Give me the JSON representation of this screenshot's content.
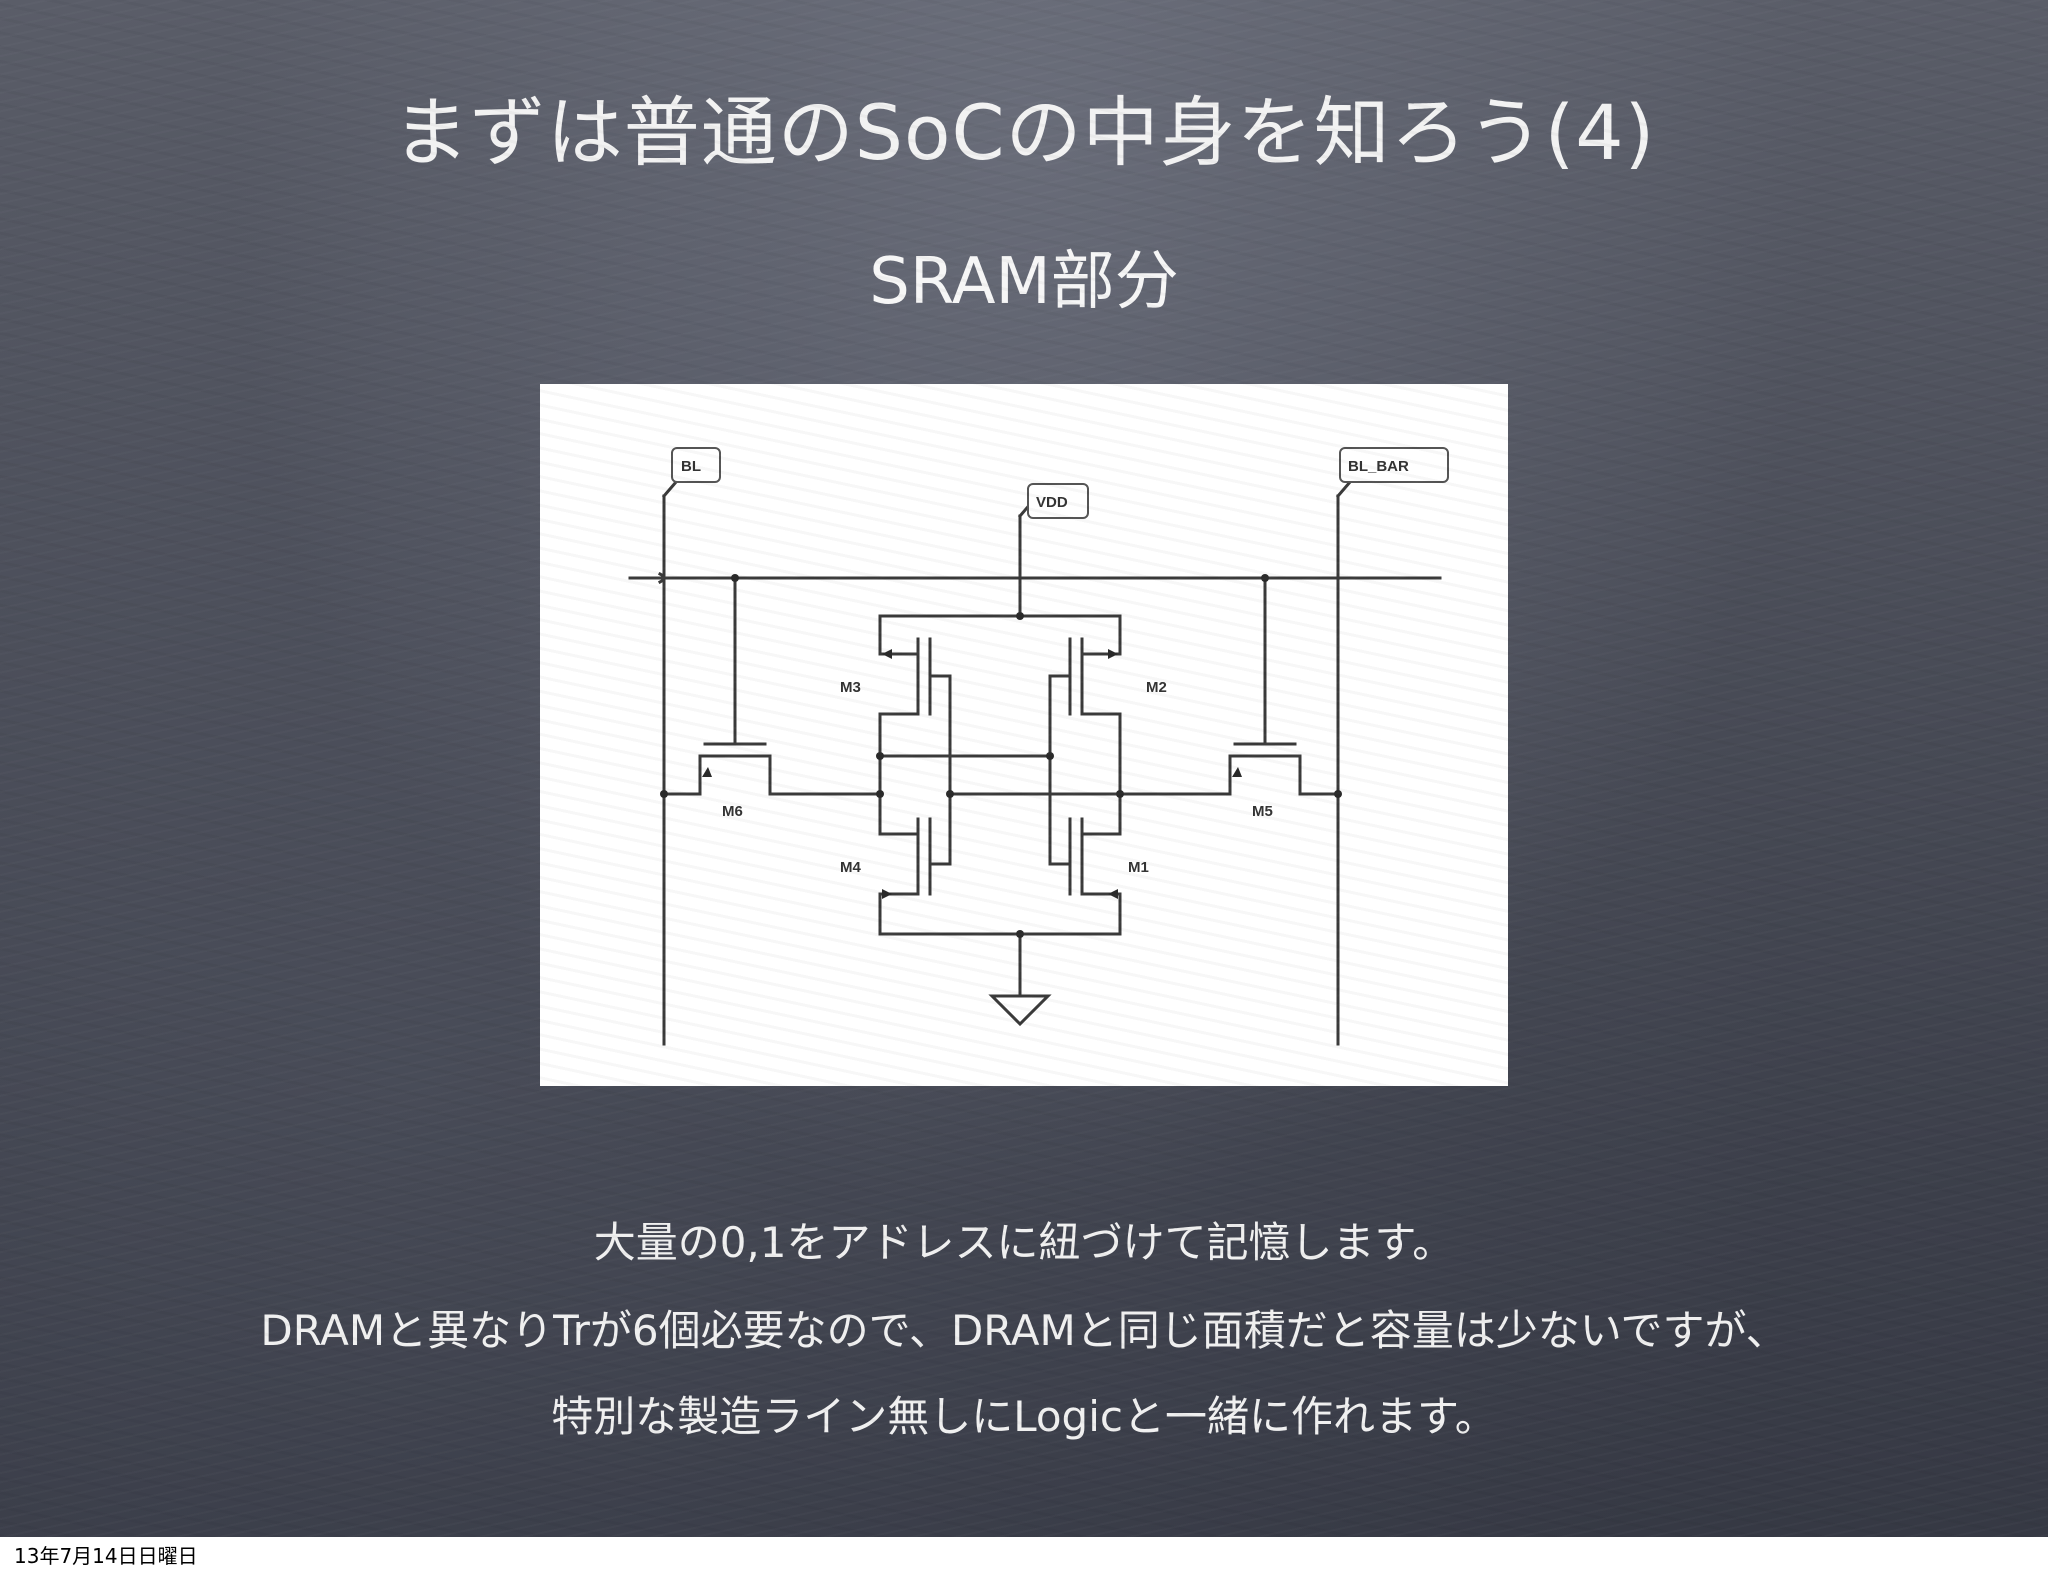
{
  "slide": {
    "title": "まずは普通のSoCの中身を知ろう(4)",
    "subtitle": "SRAM部分",
    "body": {
      "line1": "大量の0,1をアドレスに紐づけて記憶します。",
      "line2": "DRAMと異なりTrが6個必要なので、DRAMと同じ面積だと容量は少ないですが、",
      "line3": "特別な製造ライン無しにLogicと一緒に作れます。"
    }
  },
  "diagram": {
    "labels": {
      "bl": "BL",
      "bl_bar": "BL_BAR",
      "vdd": "VDD",
      "m1": "M1",
      "m2": "M2",
      "m3": "M3",
      "m4": "M4",
      "m5": "M5",
      "m6": "M6"
    }
  },
  "footer": {
    "date": "13年7月14日日曜日"
  }
}
